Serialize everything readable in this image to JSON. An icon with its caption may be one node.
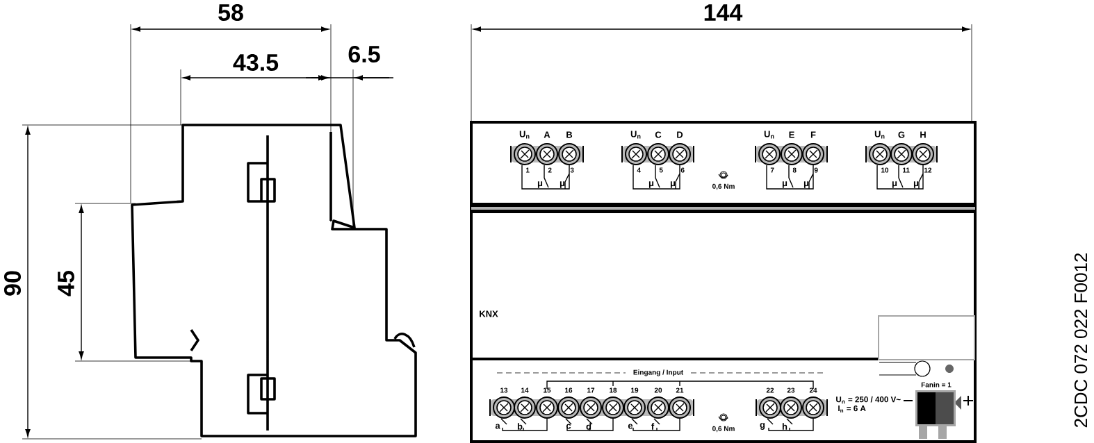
{
  "diagram": {
    "labels": [
      "58",
      "144",
      "43.5",
      "6.5",
      "90",
      "45",
      "U$_{n}$",
      "A",
      "B",
      "1",
      "2",
      "3",
      "μ",
      "μ",
      "U$_{n}$",
      "C",
      "D",
      "4",
      "5",
      "6",
      "μ",
      "μ",
      "0,6 Nm",
      "U$_{n}$",
      "E",
      "F",
      "7",
      "8",
      "9",
      "μ",
      "μ",
      "U$_{n}$",
      "G",
      "H",
      "10",
      "11",
      "12",
      "μ",
      "μ",
      "KNX",
      "Eingang / Input",
      "13",
      "14",
      "15",
      "16",
      "17",
      "18",
      "19",
      "20",
      "21",
      "22",
      "23",
      "24",
      "a",
      "b",
      "c",
      "d",
      "e",
      "f",
      "g",
      "h",
      "0,6 Nm",
      "Fanin = 1",
      "U$_{n}$ = 250 / 400 V~",
      "I$_{n}$ = 6 A",
      "2CDC 072 022 F0012"
    ]
  }
}
